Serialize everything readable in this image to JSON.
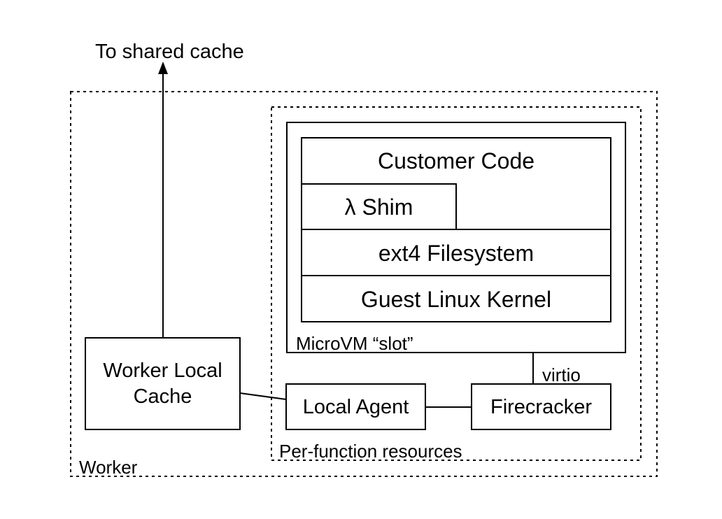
{
  "top_label": "To shared cache",
  "worker_label": "Worker",
  "per_function_label": "Per-function resources",
  "microvm_label": "MicroVM “slot”",
  "stack": {
    "customer_code": "Customer Code",
    "shim": "λ Shim",
    "filesystem": "ext4 Filesystem",
    "kernel": "Guest Linux Kernel"
  },
  "worker_cache": {
    "line1": "Worker Local",
    "line2": "Cache"
  },
  "local_agent": "Local Agent",
  "firecracker": "Firecracker",
  "virtio_label": "virtio"
}
